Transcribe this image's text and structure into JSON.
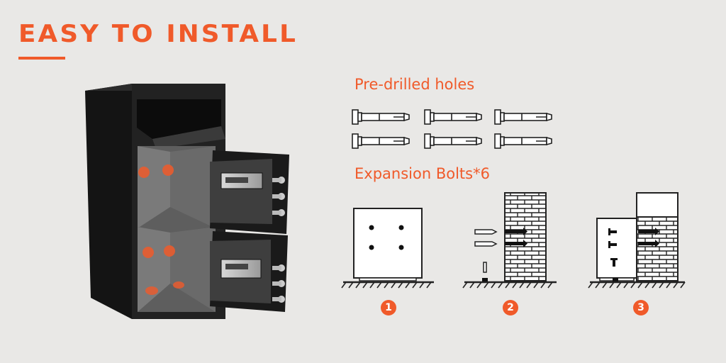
{
  "headline": "EASY TO INSTALL",
  "captions": {
    "predrilled": "Pre-drilled holes",
    "bolts": "Expansion Bolts*6"
  },
  "steps": [
    "1",
    "2",
    "3"
  ],
  "colors": {
    "accent": "#f05a2a",
    "background": "#e9e8e6",
    "safe_body": "#1e1e1e",
    "line_art": "#222222"
  },
  "icons": [
    "safe-image",
    "expansion-bolt-icon",
    "brick-wall-icon",
    "safe-outline-icon",
    "ground-icon"
  ]
}
